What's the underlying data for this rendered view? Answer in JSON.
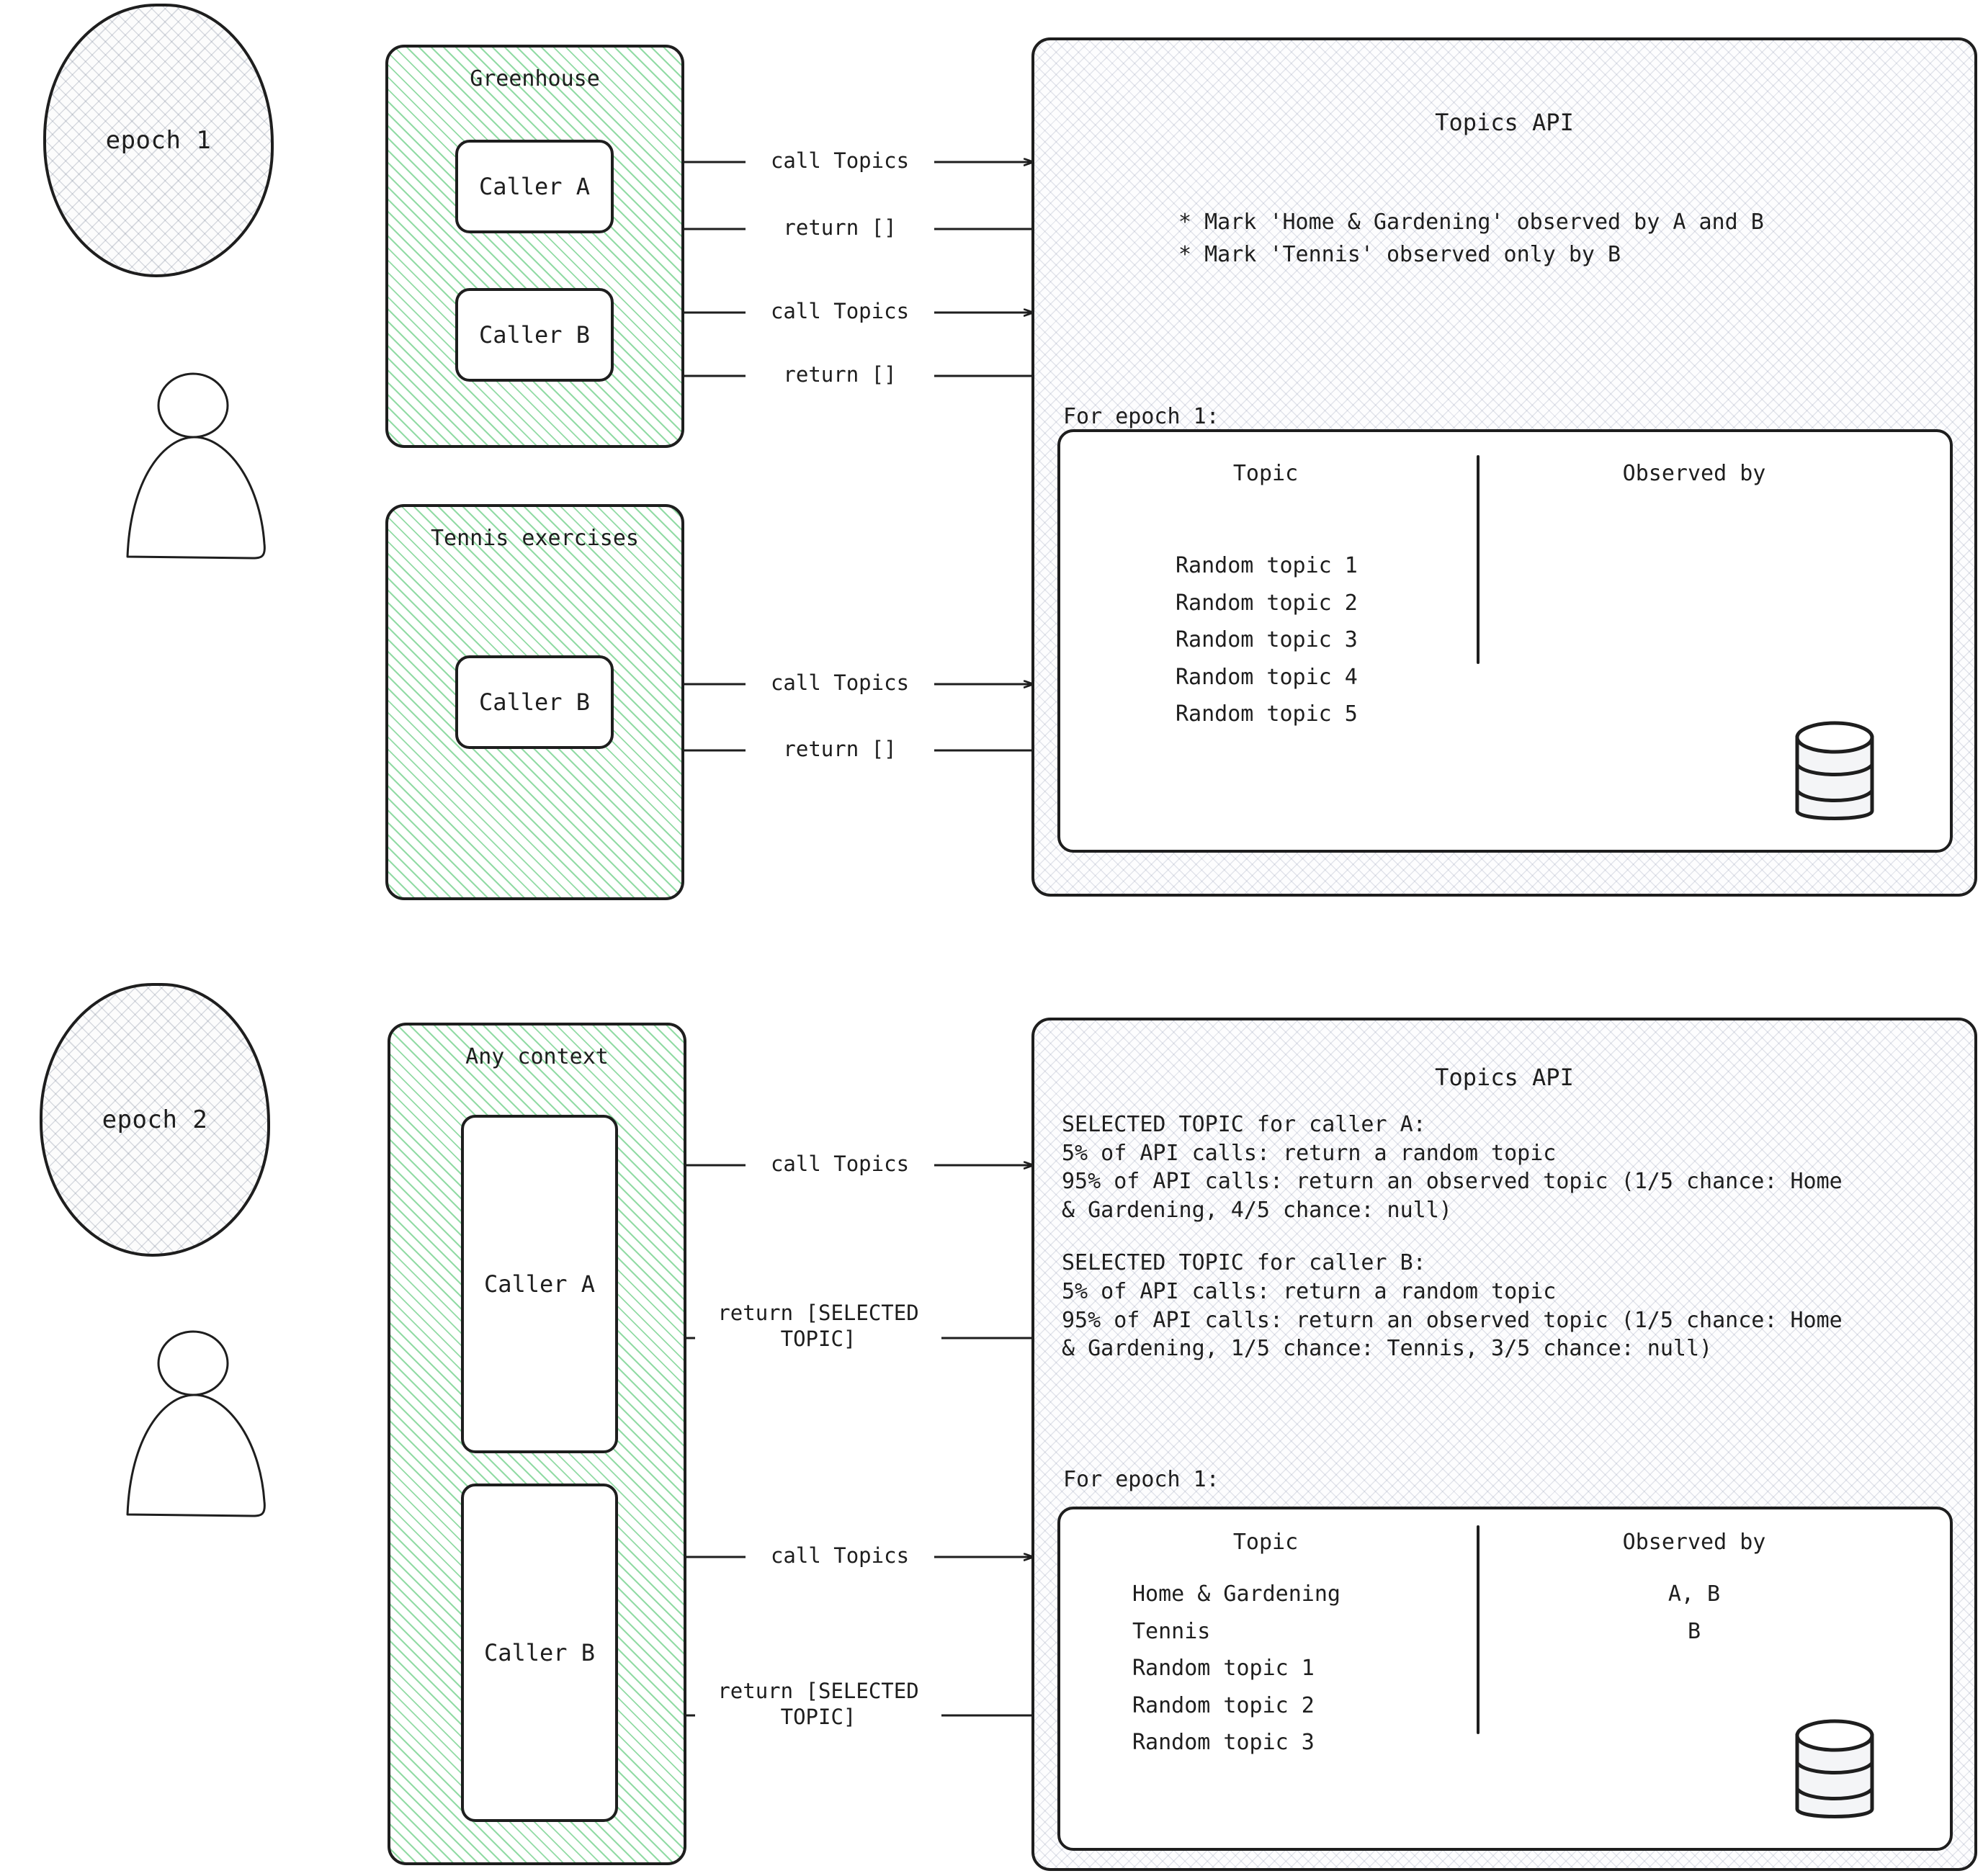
{
  "diagram": {
    "title": "Topics API observation and selection across epochs",
    "accent_green": "#6ecf87",
    "ink": "#1e1e1e"
  },
  "epochs": [
    {
      "id": "epoch-1",
      "label": "epoch 1",
      "contexts": [
        {
          "id": "greenhouse",
          "title": "Greenhouse",
          "callers": [
            {
              "id": "caller-a",
              "label": "Caller A",
              "call_label": "call Topics",
              "return_label": "return []"
            },
            {
              "id": "caller-b",
              "label": "Caller B",
              "call_label": "call Topics",
              "return_label": "return []"
            }
          ]
        },
        {
          "id": "tennis-exercises",
          "title": "Tennis exercises",
          "callers": [
            {
              "id": "caller-b-tennis",
              "label": "Caller B",
              "call_label": "call Topics",
              "return_label": "return []"
            }
          ]
        }
      ],
      "api": {
        "title": "Topics API",
        "bullets": [
          "* Mark 'Home & Gardening' observed by A and B",
          "* Mark 'Tennis' observed only by B"
        ],
        "for_epoch_label": "For epoch 1:",
        "table": {
          "columns": [
            "Topic",
            "Observed by"
          ],
          "rows": [
            {
              "topic": "Random topic 1",
              "observed_by": ""
            },
            {
              "topic": "Random topic 2",
              "observed_by": ""
            },
            {
              "topic": "Random topic 3",
              "observed_by": ""
            },
            {
              "topic": "Random topic 4",
              "observed_by": ""
            },
            {
              "topic": "Random topic 5",
              "observed_by": ""
            }
          ]
        }
      }
    },
    {
      "id": "epoch-2",
      "label": "epoch 2",
      "contexts": [
        {
          "id": "any-context",
          "title": "Any context",
          "callers": [
            {
              "id": "caller-a-2",
              "label": "Caller A",
              "call_label": "call Topics",
              "return_label": "return [SELECTED\nTOPIC]"
            },
            {
              "id": "caller-b-2",
              "label": "Caller B",
              "call_label": "call Topics",
              "return_label": "return [SELECTED\nTOPIC]"
            }
          ]
        }
      ],
      "api": {
        "title": "Topics API",
        "blocks": [
          {
            "heading": "SELECTED TOPIC for caller A:",
            "lines": [
              "5% of API calls: return a random topic",
              "95% of API calls: return an observed topic (1/5 chance: Home",
              "& Gardening, 4/5 chance: null)"
            ]
          },
          {
            "heading": "SELECTED TOPIC for caller B:",
            "lines": [
              "5% of API calls: return a random topic",
              "95% of API calls: return an observed topic (1/5 chance: Home",
              "& Gardening, 1/5 chance: Tennis,  3/5 chance: null)"
            ]
          }
        ],
        "for_epoch_label": "For epoch 1:",
        "table": {
          "columns": [
            "Topic",
            "Observed by"
          ],
          "rows": [
            {
              "topic": "Home & Gardening",
              "observed_by": "A, B"
            },
            {
              "topic": "Tennis",
              "observed_by": "B"
            },
            {
              "topic": "Random topic 1",
              "observed_by": ""
            },
            {
              "topic": "Random topic 2",
              "observed_by": ""
            },
            {
              "topic": "Random topic 3",
              "observed_by": ""
            }
          ]
        }
      }
    }
  ]
}
